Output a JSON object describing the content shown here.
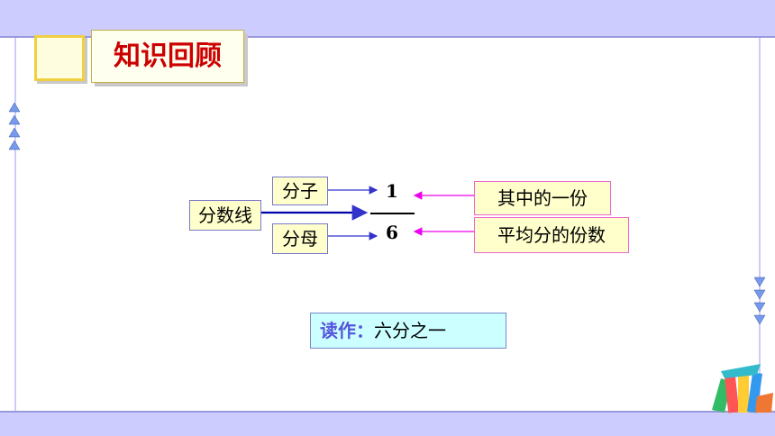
{
  "title": "知识回顾",
  "diagram": {
    "fraction_line_label": "分数线",
    "numerator_label": "分子",
    "denominator_label": "分母",
    "numerator_value": "1",
    "denominator_value": "6",
    "numerator_meaning": "其中的一份",
    "denominator_meaning": "平均分的份数"
  },
  "reading": {
    "label": "读作：",
    "value": "六分之一"
  },
  "colors": {
    "frame": "#ccccff",
    "title_text": "#cc0000",
    "arrow_left": "#3333cc",
    "arrow_right": "#ee00ee",
    "reading_bg": "#ccffff"
  },
  "icons": [
    "triangle-up-icon",
    "triangle-down-icon",
    "books-decoration-icon",
    "empty-box-icon"
  ]
}
